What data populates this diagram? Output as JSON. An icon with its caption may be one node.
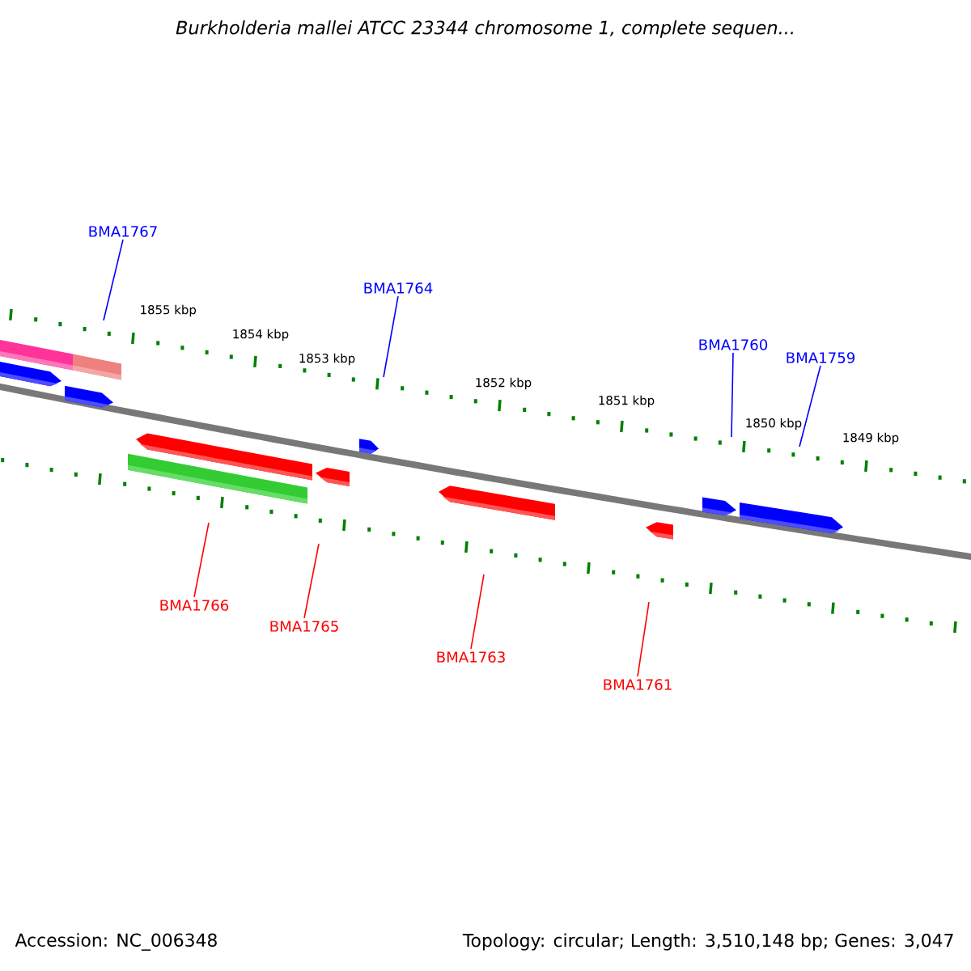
{
  "diagram": {
    "title": "Burkholderia mallei ATCC 23344 chromosome 1, complete sequen...",
    "nodes": [
      {
        "text": [
          "BMA1767"
        ]
      },
      {
        "text": [
          "BMA1764"
        ]
      },
      {
        "text": [
          "BMA1760"
        ]
      },
      {
        "text": [
          "BMA1759"
        ]
      },
      {
        "text": [
          "BMA1766"
        ]
      },
      {
        "text": [
          "BMA1765"
        ]
      },
      {
        "text": [
          "BMA1763"
        ]
      },
      {
        "text": [
          "BMA1761"
        ]
      }
    ],
    "edges": [
      {
        "from": 0,
        "to": null,
        "arrow": "none",
        "color": "#0000ff"
      },
      {
        "from": 1,
        "to": null,
        "arrow": "none",
        "color": "#0000ff"
      },
      {
        "from": 2,
        "to": null,
        "arrow": "none",
        "color": "#0000ff"
      },
      {
        "from": 3,
        "to": null,
        "arrow": "none",
        "color": "#0000ff"
      },
      {
        "from": 4,
        "to": null,
        "arrow": "none",
        "color": "#ff0000"
      },
      {
        "from": 5,
        "to": null,
        "arrow": "none",
        "color": "#ff0000"
      },
      {
        "from": 6,
        "to": null,
        "arrow": "none",
        "color": "#ff0000"
      },
      {
        "from": 7,
        "to": null,
        "arrow": "none",
        "color": "#ff0000"
      }
    ],
    "labels": [
      "1855 kbp",
      "1854 kbp",
      "1853 kbp",
      "1852 kbp",
      "1851 kbp",
      "1850 kbp",
      "1849 kbp",
      "Accession: NC_006348",
      "Topology: circular; Length: 3,510,148 bp; Genes: 3,047"
    ]
  }
}
